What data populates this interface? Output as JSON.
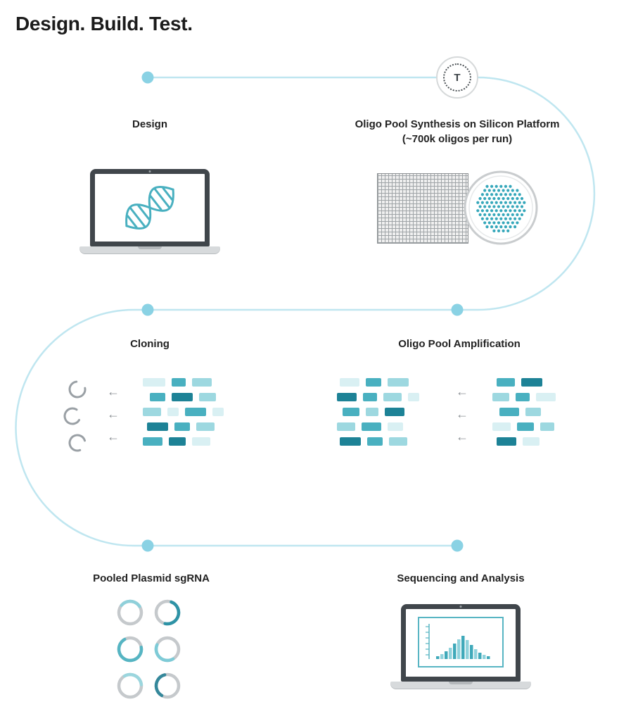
{
  "title": "Design. Build. Test.",
  "logo": {
    "letter": "T"
  },
  "icons": {
    "arrow": "←"
  },
  "steps": {
    "design": {
      "label": "Design"
    },
    "synthesis": {
      "label": "Oligo Pool Synthesis on Silicon Platform (~700k oligos per run)"
    },
    "cloning": {
      "label": "Cloning"
    },
    "amplification": {
      "label": "Oligo Pool Amplification"
    },
    "plasmid": {
      "label": "Pooled Plasmid sgRNA"
    },
    "sequencing": {
      "label": "Sequencing and Analysis"
    }
  },
  "colors": {
    "path": "#bfe6f0",
    "node": "#8ad2e4",
    "teal_dark": "#1d8296",
    "teal": "#49b0c0",
    "teal_light": "#9dd8e0",
    "teal_pale": "#d9f0f3",
    "gray": "#9aa0a5",
    "ink": "#1b1b1b"
  },
  "oligo_palette": {
    "d": "#1d8296",
    "t": "#49b0c0",
    "l": "#9dd8e0",
    "p": "#d9f0f3"
  },
  "clusters": {
    "cloning": [
      {
        "indent": 0,
        "segs": [
          {
            "w": 32,
            "c": "p"
          },
          {
            "w": 20,
            "c": "t"
          },
          {
            "w": 28,
            "c": "l"
          }
        ]
      },
      {
        "indent": 10,
        "segs": [
          {
            "w": 22,
            "c": "t"
          },
          {
            "w": 30,
            "c": "d"
          },
          {
            "w": 24,
            "c": "l"
          }
        ]
      },
      {
        "indent": 0,
        "segs": [
          {
            "w": 26,
            "c": "l"
          },
          {
            "w": 16,
            "c": "p"
          },
          {
            "w": 30,
            "c": "t"
          },
          {
            "w": 16,
            "c": "p"
          }
        ]
      },
      {
        "indent": 6,
        "segs": [
          {
            "w": 30,
            "c": "d"
          },
          {
            "w": 22,
            "c": "t"
          },
          {
            "w": 26,
            "c": "l"
          }
        ]
      },
      {
        "indent": 0,
        "segs": [
          {
            "w": 28,
            "c": "t"
          },
          {
            "w": 24,
            "c": "d"
          },
          {
            "w": 26,
            "c": "p"
          }
        ]
      }
    ],
    "amp_left": [
      {
        "indent": 4,
        "segs": [
          {
            "w": 28,
            "c": "p"
          },
          {
            "w": 22,
            "c": "t"
          },
          {
            "w": 30,
            "c": "l"
          }
        ]
      },
      {
        "indent": 0,
        "segs": [
          {
            "w": 28,
            "c": "d"
          },
          {
            "w": 20,
            "c": "t"
          },
          {
            "w": 26,
            "c": "l"
          },
          {
            "w": 16,
            "c": "p"
          }
        ]
      },
      {
        "indent": 8,
        "segs": [
          {
            "w": 24,
            "c": "t"
          },
          {
            "w": 18,
            "c": "l"
          },
          {
            "w": 28,
            "c": "d"
          }
        ]
      },
      {
        "indent": 0,
        "segs": [
          {
            "w": 26,
            "c": "l"
          },
          {
            "w": 28,
            "c": "t"
          },
          {
            "w": 22,
            "c": "p"
          }
        ]
      },
      {
        "indent": 4,
        "segs": [
          {
            "w": 30,
            "c": "d"
          },
          {
            "w": 22,
            "c": "t"
          },
          {
            "w": 26,
            "c": "l"
          }
        ]
      }
    ],
    "amp_right": [
      {
        "indent": 6,
        "segs": [
          {
            "w": 26,
            "c": "t"
          },
          {
            "w": 30,
            "c": "d"
          }
        ]
      },
      {
        "indent": 0,
        "segs": [
          {
            "w": 24,
            "c": "l"
          },
          {
            "w": 20,
            "c": "t"
          },
          {
            "w": 28,
            "c": "p"
          }
        ]
      },
      {
        "indent": 10,
        "segs": [
          {
            "w": 28,
            "c": "t"
          },
          {
            "w": 22,
            "c": "l"
          }
        ]
      },
      {
        "indent": 0,
        "segs": [
          {
            "w": 26,
            "c": "p"
          },
          {
            "w": 24,
            "c": "t"
          },
          {
            "w": 20,
            "c": "l"
          }
        ]
      },
      {
        "indent": 6,
        "segs": [
          {
            "w": 28,
            "c": "d"
          },
          {
            "w": 24,
            "c": "p"
          }
        ]
      }
    ]
  },
  "cshapes": [
    {
      "rot": -10
    },
    {
      "rot": 30
    },
    {
      "rot": 70
    }
  ],
  "wafer": {
    "dot_color": "#35a7ba",
    "dot_radius": 2.1,
    "spacing": 6.6,
    "fill_radius": 36
  },
  "rings": [
    {
      "base": "#c5c9cc",
      "arc": "#8fd0da",
      "frac": 30,
      "rot": -140
    },
    {
      "base": "#c5c9cc",
      "arc": "#2e93a6",
      "frac": 48,
      "rot": -70
    },
    {
      "base": "#c5c9cc",
      "arc": "#56b5c3",
      "frac": 70,
      "rot": -10
    },
    {
      "base": "#c5c9cc",
      "arc": "#7ecbd7",
      "frac": 40,
      "rot": 60
    },
    {
      "base": "#c5c9cc",
      "arc": "#9bd6de",
      "frac": 32,
      "rot": -120
    },
    {
      "base": "#c5c9cc",
      "arc": "#35889b",
      "frac": 38,
      "rot": 120
    }
  ],
  "chart_data": {
    "type": "bar",
    "title": "Sequencing and Analysis histogram",
    "values": [
      4,
      7,
      11,
      16,
      22,
      28,
      33,
      27,
      20,
      14,
      9,
      6,
      4
    ],
    "colors": [
      "#3fa9ba",
      "#8fd2dc"
    ]
  }
}
